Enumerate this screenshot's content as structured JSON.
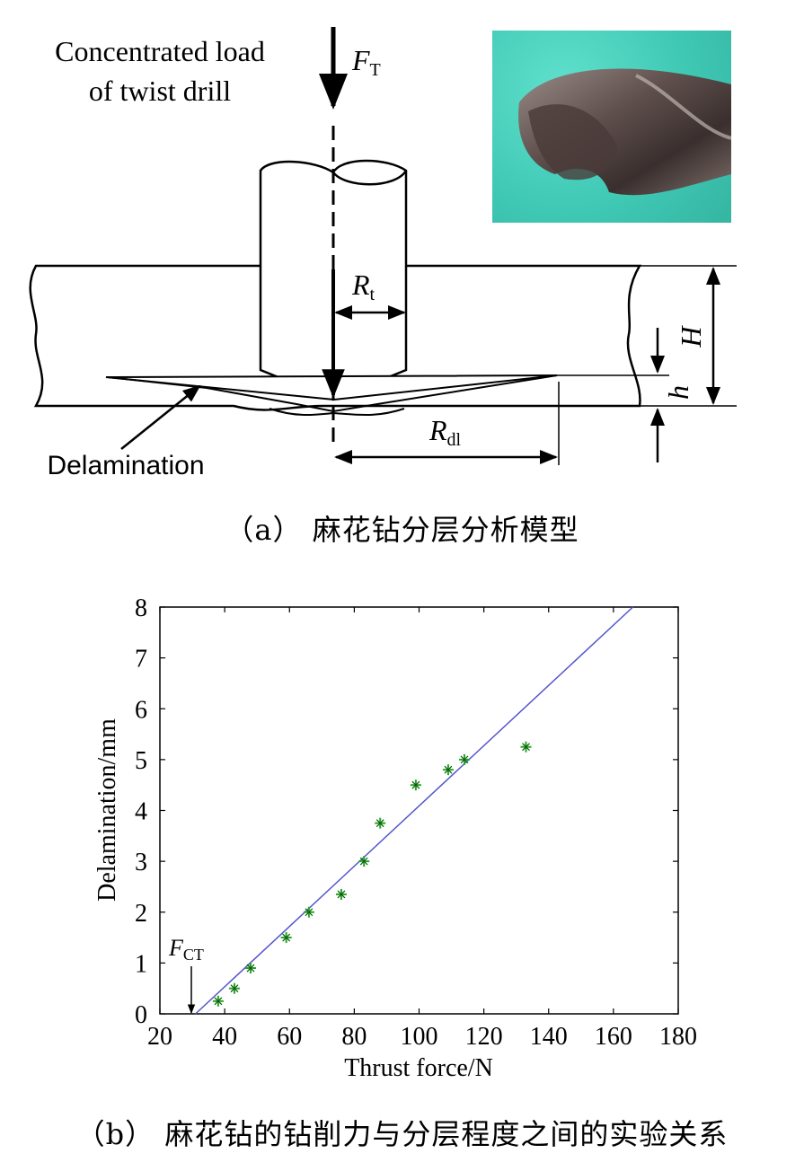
{
  "panel_a": {
    "load_label_line1": "Concentrated load",
    "load_label_line2": "of twist drill",
    "ft_symbol": "F",
    "ft_sub": "T",
    "rt_symbol": "R",
    "rt_sub": "t",
    "h_big": "H",
    "h_small": "h",
    "rdl_symbol": "R",
    "rdl_sub": "dl",
    "delamination_label": "Delamination",
    "caption": "（a） 麻花钻分层分析模型"
  },
  "panel_b": {
    "caption": "（b） 麻花钻的钻削力与分层程度之间的实验关系",
    "fct_symbol": "F",
    "fct_sub": "CT"
  },
  "colors": {
    "fit_line": "#5555cc",
    "markers": "#22aa22",
    "photo_bg": "#3ec7b3"
  },
  "chart_data": {
    "type": "scatter",
    "xlabel": "Thrust force/N",
    "ylabel": "Delamination/mm",
    "xlim": [
      20,
      180
    ],
    "ylim": [
      0,
      8
    ],
    "xticks": [
      20,
      40,
      60,
      80,
      100,
      120,
      140,
      160,
      180
    ],
    "yticks": [
      0,
      1,
      2,
      3,
      4,
      5,
      6,
      7,
      8
    ],
    "grid": false,
    "series": [
      {
        "kind": "points",
        "x": [
          38,
          43,
          48,
          59,
          66,
          76,
          83,
          88,
          99,
          109,
          114,
          133
        ],
        "y": [
          0.25,
          0.5,
          0.9,
          1.5,
          2.0,
          2.35,
          3.0,
          3.75,
          4.5,
          4.8,
          5.0,
          5.25
        ]
      },
      {
        "kind": "fit_line",
        "x": [
          31,
          166
        ],
        "y": [
          0,
          8
        ]
      }
    ],
    "annotations": [
      {
        "text": "F_CT",
        "x": 31,
        "y": 0
      }
    ]
  }
}
